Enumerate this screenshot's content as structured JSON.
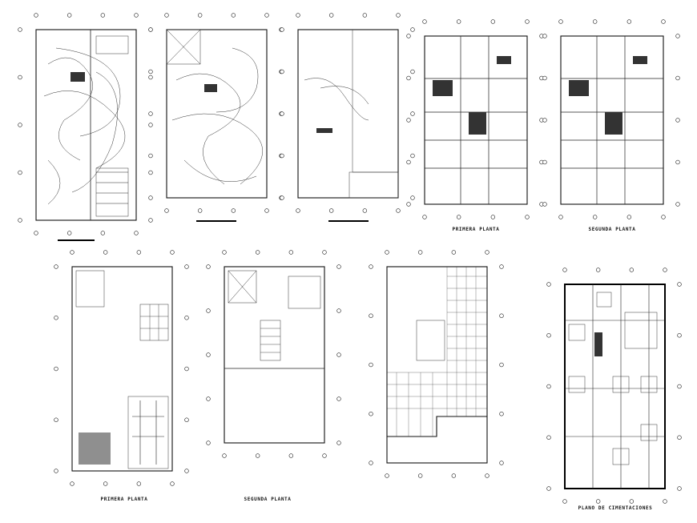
{
  "sheet": {
    "labels": {
      "primera_top": "PRIMERA PLANTA",
      "segunda_top": "SEGUNDA PLANTA",
      "primera_bottom": "PRIMERA PLANTA",
      "segunda_bottom": "SEGUNDA PLANTA",
      "cimentaciones": "PLANO DE CIMENTACIONES"
    },
    "colors": {
      "line": "#222222",
      "fill_dark": "#333333",
      "background": "#ffffff"
    }
  }
}
